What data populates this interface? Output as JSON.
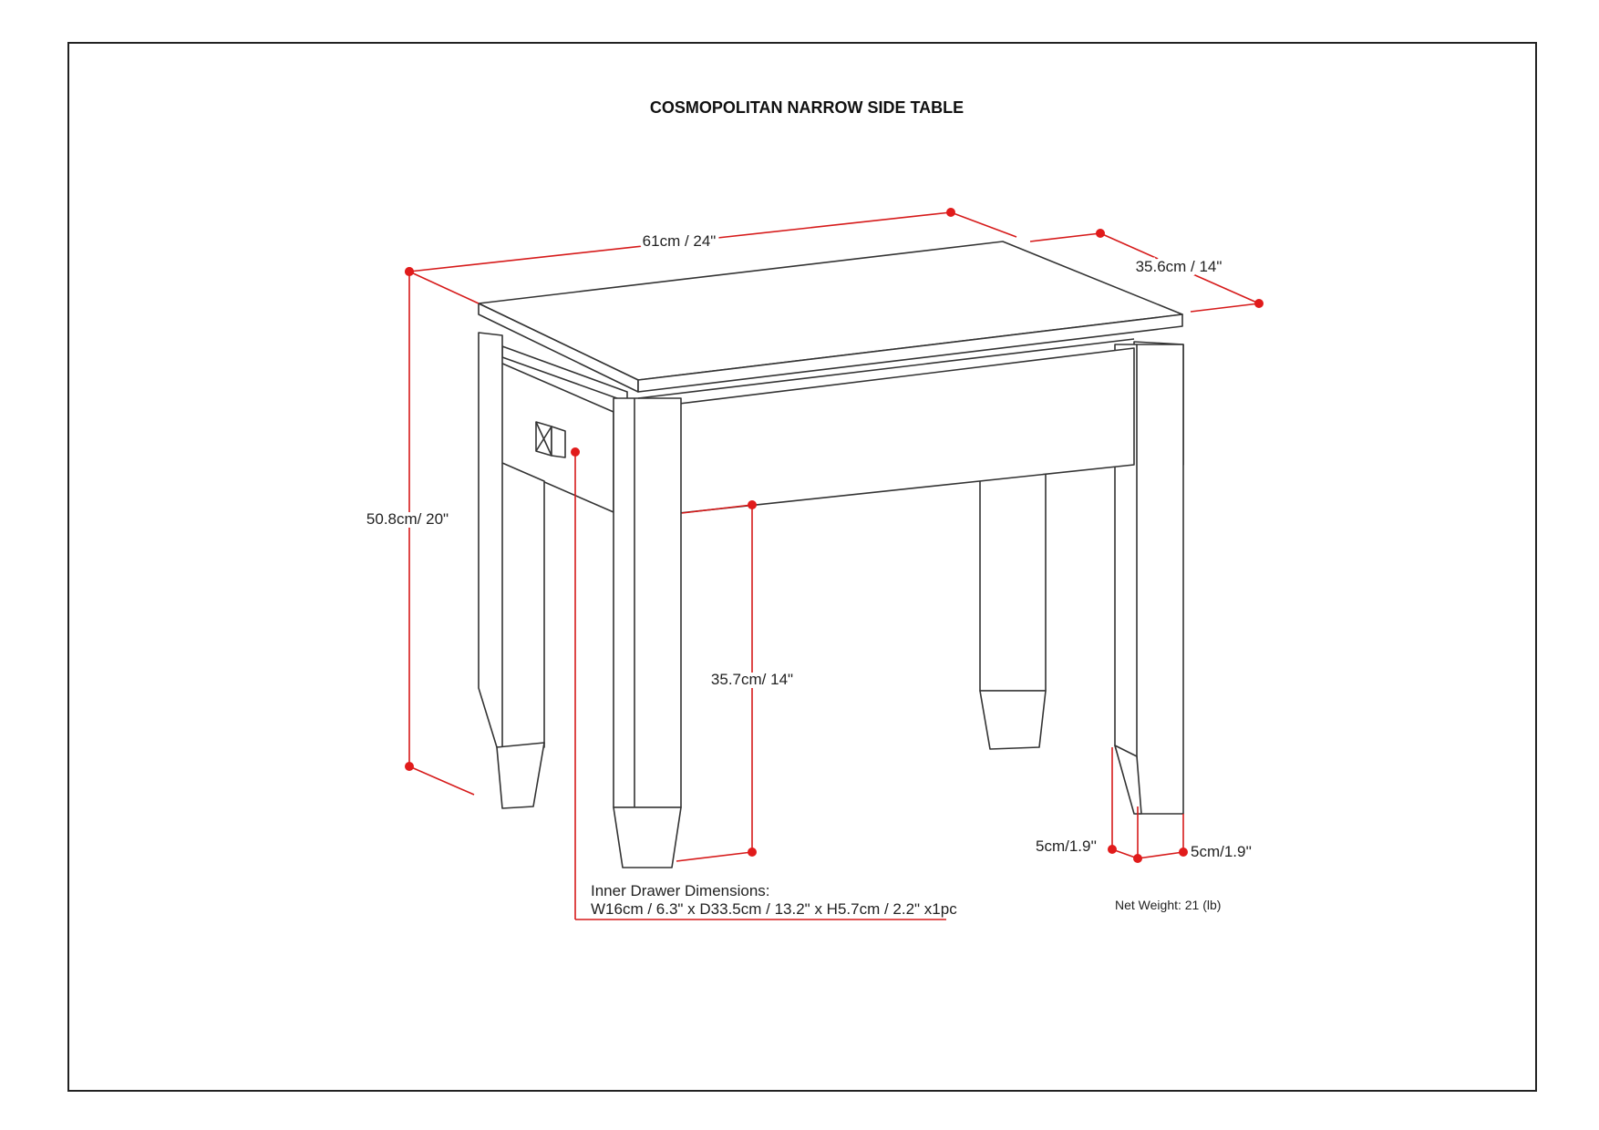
{
  "title": "COSMOPOLITAN NARROW SIDE TABLE",
  "dimensions": {
    "width": "61cm / 24\"",
    "depth": "35.6cm / 14\"",
    "height": "50.8cm/ 20\"",
    "clearance": "35.7cm/ 14\"",
    "leg_width": "5cm/1.9''",
    "leg_depth": "5cm/1.9''"
  },
  "drawer": {
    "heading": "Inner Drawer Dimensions:",
    "spec": "W16cm / 6.3\" x D33.5cm / 13.2\" x H5.7cm / 2.2\" x1pc"
  },
  "net_weight": "Net Weight: 21 (lb)",
  "colors": {
    "dimension_line": "#d61a1a",
    "outline": "#333333"
  }
}
